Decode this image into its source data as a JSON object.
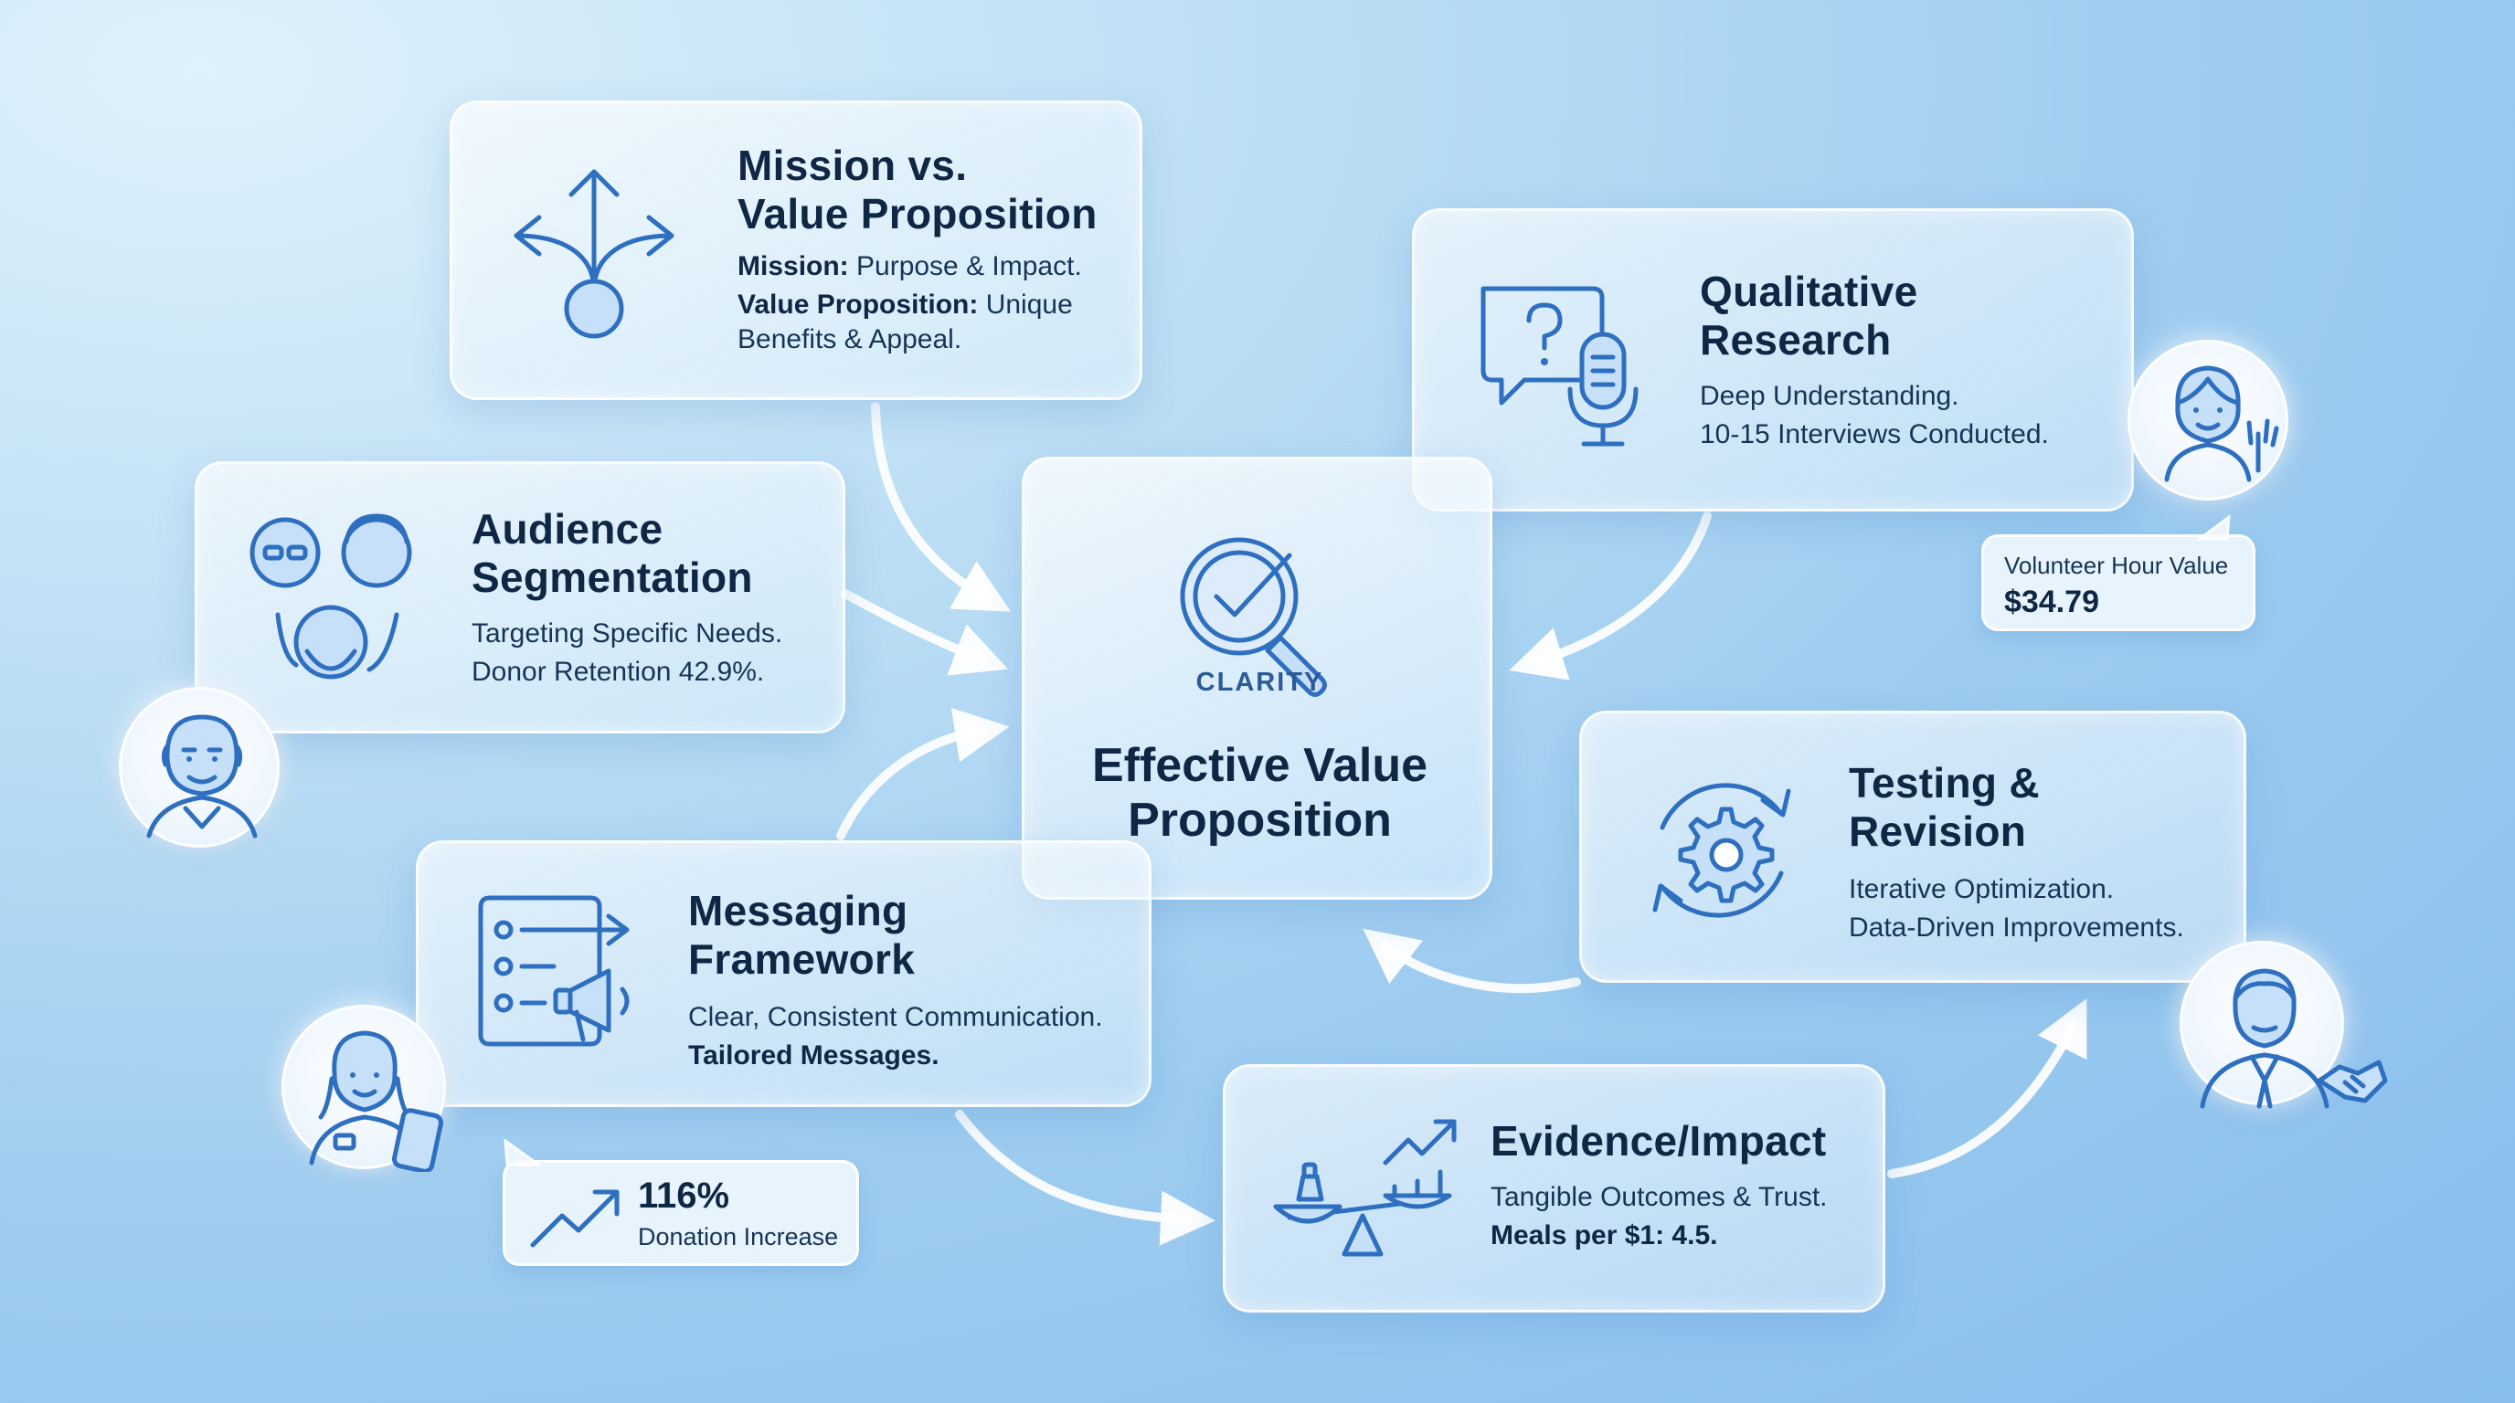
{
  "cards": {
    "mission": {
      "title_line1": "Mission vs.",
      "title_line2": "Value Proposition",
      "line1_bold": "Mission:",
      "line1_rest": " Purpose & Impact.",
      "line2_bold": "Value Proposition:",
      "line2_rest": " Unique",
      "line3": "Benefits & Appeal.",
      "icon": "branching-arrows-icon"
    },
    "qualitative": {
      "title_line1": "Qualitative",
      "title_line2": "Research",
      "line1": "Deep Understanding.",
      "line2": "10-15 Interviews Conducted.",
      "icon": "question-chat-microphone-icon"
    },
    "audience": {
      "title_line1": "Audience",
      "title_line2": "Segmentation",
      "line1": "Targeting Specific Needs.",
      "line2": "Donor Retention 42.9%.",
      "icon": "people-group-icon"
    },
    "center": {
      "badge": "CLARITY",
      "title_line1": "Effective Value",
      "title_line2": "Proposition",
      "icon": "magnifier-check-icon"
    },
    "testing": {
      "title_line1": "Testing &",
      "title_line2": "Revision",
      "line1": "Iterative Optimization.",
      "line2": "Data-Driven Improvements.",
      "icon": "gear-cycle-icon"
    },
    "messaging": {
      "title_line1": "Messaging",
      "title_line2": "Framework",
      "line1": "Clear, Consistent Communication.",
      "line2": "Tailored Messages.",
      "icon": "checklist-megaphone-icon"
    },
    "evidence": {
      "title": "Evidence/Impact",
      "line1": "Tangible Outcomes & Trust.",
      "line2": "Meals per $1: 4.5.",
      "icon": "scale-chart-icon"
    }
  },
  "bubbles": {
    "volunteer": {
      "label": "Volunteer Hour Value",
      "value": "$34.79"
    },
    "donation": {
      "value": "116%",
      "label": "Donation Increase",
      "icon": "trend-up-icon"
    }
  },
  "colors": {
    "accent": "#2e6fc0",
    "text": "#0f2745",
    "icon_fill": "#c6e0f9"
  }
}
